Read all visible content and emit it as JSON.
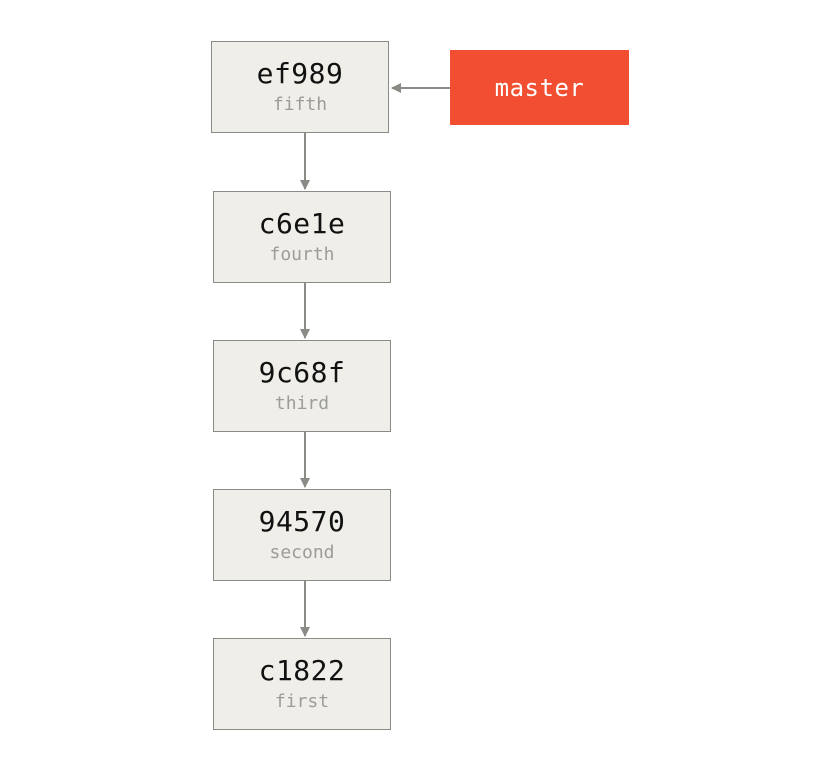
{
  "branch": {
    "name": "master",
    "color": "#f14e32"
  },
  "commits": [
    {
      "hash": "ef989",
      "message": "fifth"
    },
    {
      "hash": "c6e1e",
      "message": "fourth"
    },
    {
      "hash": "9c68f",
      "message": "third"
    },
    {
      "hash": "94570",
      "message": "second"
    },
    {
      "hash": "c1822",
      "message": "first"
    }
  ],
  "colors": {
    "commit_fill": "#efeee8",
    "commit_border": "#8a8a87",
    "arrow": "#8a8a87"
  }
}
